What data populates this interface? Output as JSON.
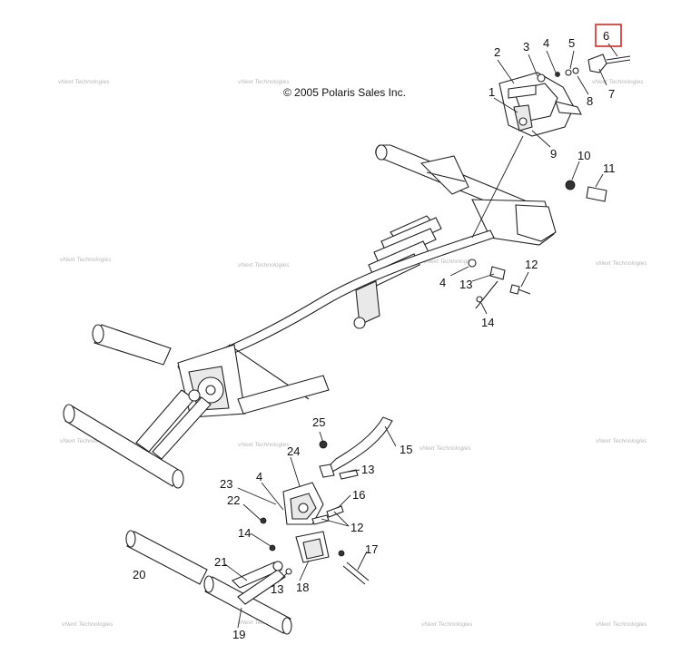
{
  "copyright": "© 2005 Polaris Sales Inc.",
  "watermark_text": "vNext Technologies",
  "highlight_color": "#d42a2a",
  "callouts": {
    "c1": "1",
    "c2": "2",
    "c3": "3",
    "c4a": "4",
    "c5": "5",
    "c6": "6",
    "c7": "7",
    "c8": "8",
    "c9": "9",
    "c10": "10",
    "c11": "11",
    "c12a": "12",
    "c4b": "4",
    "c13a": "13",
    "c14a": "14",
    "c25": "25",
    "c15": "15",
    "c24": "24",
    "c13b": "13",
    "c23": "23",
    "c4c": "4",
    "c22": "22",
    "c16": "16",
    "c12b": "12",
    "c14b": "14",
    "c17": "17",
    "c21": "21",
    "c20": "20",
    "c13c": "13",
    "c18": "18",
    "c19": "19"
  }
}
